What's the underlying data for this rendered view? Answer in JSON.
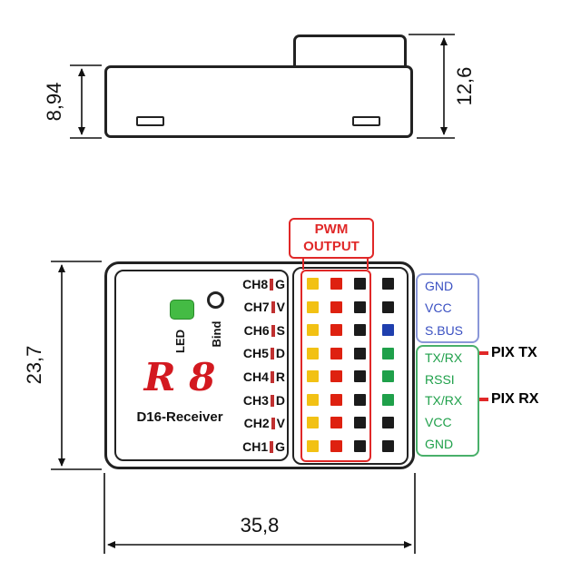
{
  "colors": {
    "yellow": "#f2c114",
    "red": "#de2110",
    "black": "#1b1b1b",
    "blue": "#1f3fae",
    "green": "#1fa04a",
    "pwm_red": "#e02828",
    "blue_label": "#3a50c2",
    "green_label": "#1fa04a",
    "box_blue": "#8a97d8",
    "box_green": "#49b06a",
    "led_green": "#44bb44",
    "logo_red": "#d31920",
    "channel_bar": "#c03030",
    "outline": "#222222"
  },
  "dimensions": {
    "side_height": "8,94",
    "overall_height": "12,6",
    "front_height": "23,7",
    "front_width": "35,8"
  },
  "device": {
    "logo": "R 8",
    "name": "D16-Receiver",
    "led": "LED",
    "bind": "Bind"
  },
  "pwm_label": {
    "line1": "PWM",
    "line2": "OUTPUT"
  },
  "channels": [
    {
      "name": "CH8",
      "signal": "G"
    },
    {
      "name": "CH7",
      "signal": "V"
    },
    {
      "name": "CH6",
      "signal": "S"
    },
    {
      "name": "CH5",
      "signal": "D"
    },
    {
      "name": "CH4",
      "signal": "R"
    },
    {
      "name": "CH3",
      "signal": "D"
    },
    {
      "name": "CH2",
      "signal": "V"
    },
    {
      "name": "CH1",
      "signal": "G"
    }
  ],
  "pins": {
    "grid": [
      [
        "yellow",
        "red",
        "black",
        "black"
      ],
      [
        "yellow",
        "red",
        "black",
        "black"
      ],
      [
        "yellow",
        "red",
        "black",
        "blue"
      ],
      [
        "yellow",
        "red",
        "black",
        "green"
      ],
      [
        "yellow",
        "red",
        "black",
        "green"
      ],
      [
        "yellow",
        "red",
        "black",
        "green"
      ],
      [
        "yellow",
        "red",
        "black",
        "black"
      ],
      [
        "yellow",
        "red",
        "black",
        "black"
      ]
    ]
  },
  "io": {
    "serial_box": [
      "GND",
      "VCC",
      "S.BUS"
    ],
    "pix_box": [
      "TX/RX",
      "RSSI",
      "TX/RX",
      "VCC",
      "GND"
    ],
    "pix_tx": "PIX TX",
    "pix_rx": "PIX RX"
  }
}
